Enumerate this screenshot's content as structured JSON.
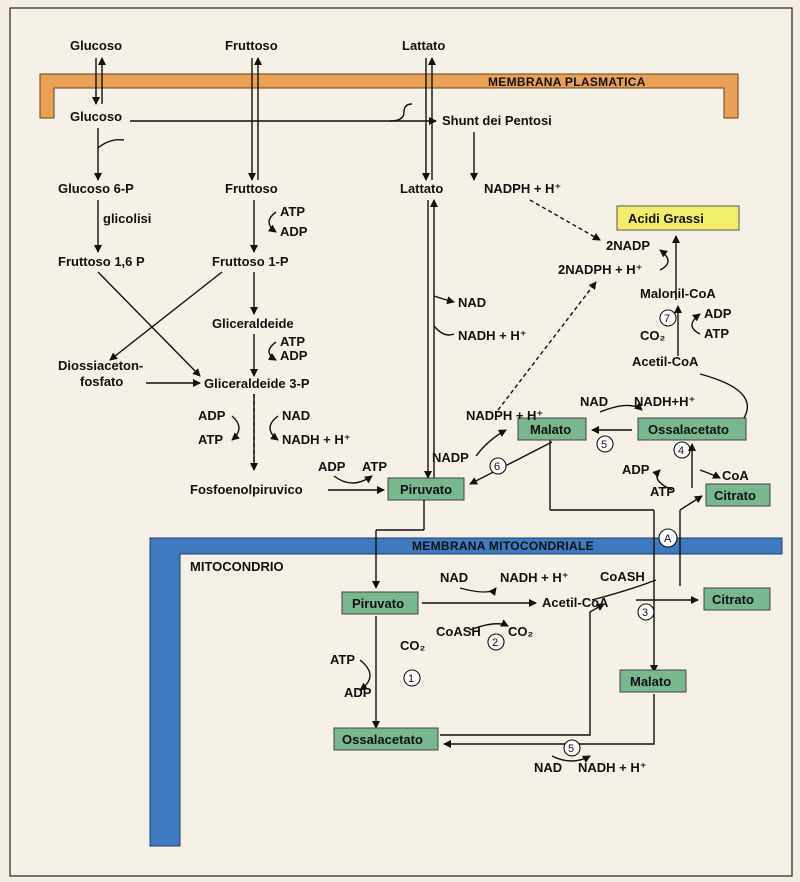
{
  "membranes": {
    "plasma": "MEMBRANA PLASMATICA",
    "mito": "MEMBRANA MITOCONDRIALE",
    "mito_compartment": "MITOCONDRIO"
  },
  "metabolites": {
    "glucoso_out": "Glucoso",
    "fruttoso_out": "Fruttoso",
    "lattato_out": "Lattato",
    "glucoso_in": "Glucoso",
    "shunt": "Shunt dei Pentosi",
    "glucoso6p": "Glucoso 6-P",
    "fruttoso_in": "Fruttoso",
    "lattato_in": "Lattato",
    "nadph_h_top": "NADPH + H⁺",
    "glicolisi": "glicolisi",
    "fruttoso16p": "Fruttoso 1,6 P",
    "fruttoso1p": "Fruttoso 1-P",
    "gliceraldeide": "Gliceraldeide",
    "diossiaceton1": "Diossiaceton-",
    "diossiaceton2": "fosfato",
    "gliceraldeide3p": "Gliceraldeide 3-P",
    "fosfoenolpiruvico": "Fosfoenolpiruvico",
    "acidi_grassi": "Acidi Grassi",
    "nadp2": "2NADP",
    "nadph2": "2NADPH + H⁺",
    "malonil": "Malonil-CoA",
    "acetilcoa_cyto": "Acetil-CoA",
    "co2": "CO₂",
    "malato_cyto": "Malato",
    "ossalacetato_cyto": "Ossalacetato",
    "piruvato_cyto": "Piruvato",
    "citrato_cyto": "Citrato",
    "coa": "CoA",
    "nadph_h_mid": "NADPH + H⁺",
    "nadp_mid": "NADP",
    "piruvato_mito": "Piruvato",
    "coash_mito": "CoASH",
    "coash_mito2": "CoASH",
    "acetilcoa_mito": "Acetil-CoA",
    "citrato_mito": "Citrato",
    "malato_mito": "Malato",
    "ossalacetato_mito": "Ossalacetato"
  },
  "cofactors": {
    "atp": "ATP",
    "adp": "ADP",
    "nad": "NAD",
    "nadh_h": "NADH + H⁺",
    "nadh_h_nospace": "NADH+H⁺",
    "co2": "CO₂"
  },
  "steps": [
    "1",
    "2",
    "3",
    "4",
    "5",
    "6",
    "7",
    "A"
  ],
  "colors": {
    "background": "#f4eee3",
    "plasma_membrane": "#e8a157",
    "mito_membrane": "#3f79bf",
    "box_green": "#79b88f",
    "box_yellow": "#f3ee6a"
  }
}
